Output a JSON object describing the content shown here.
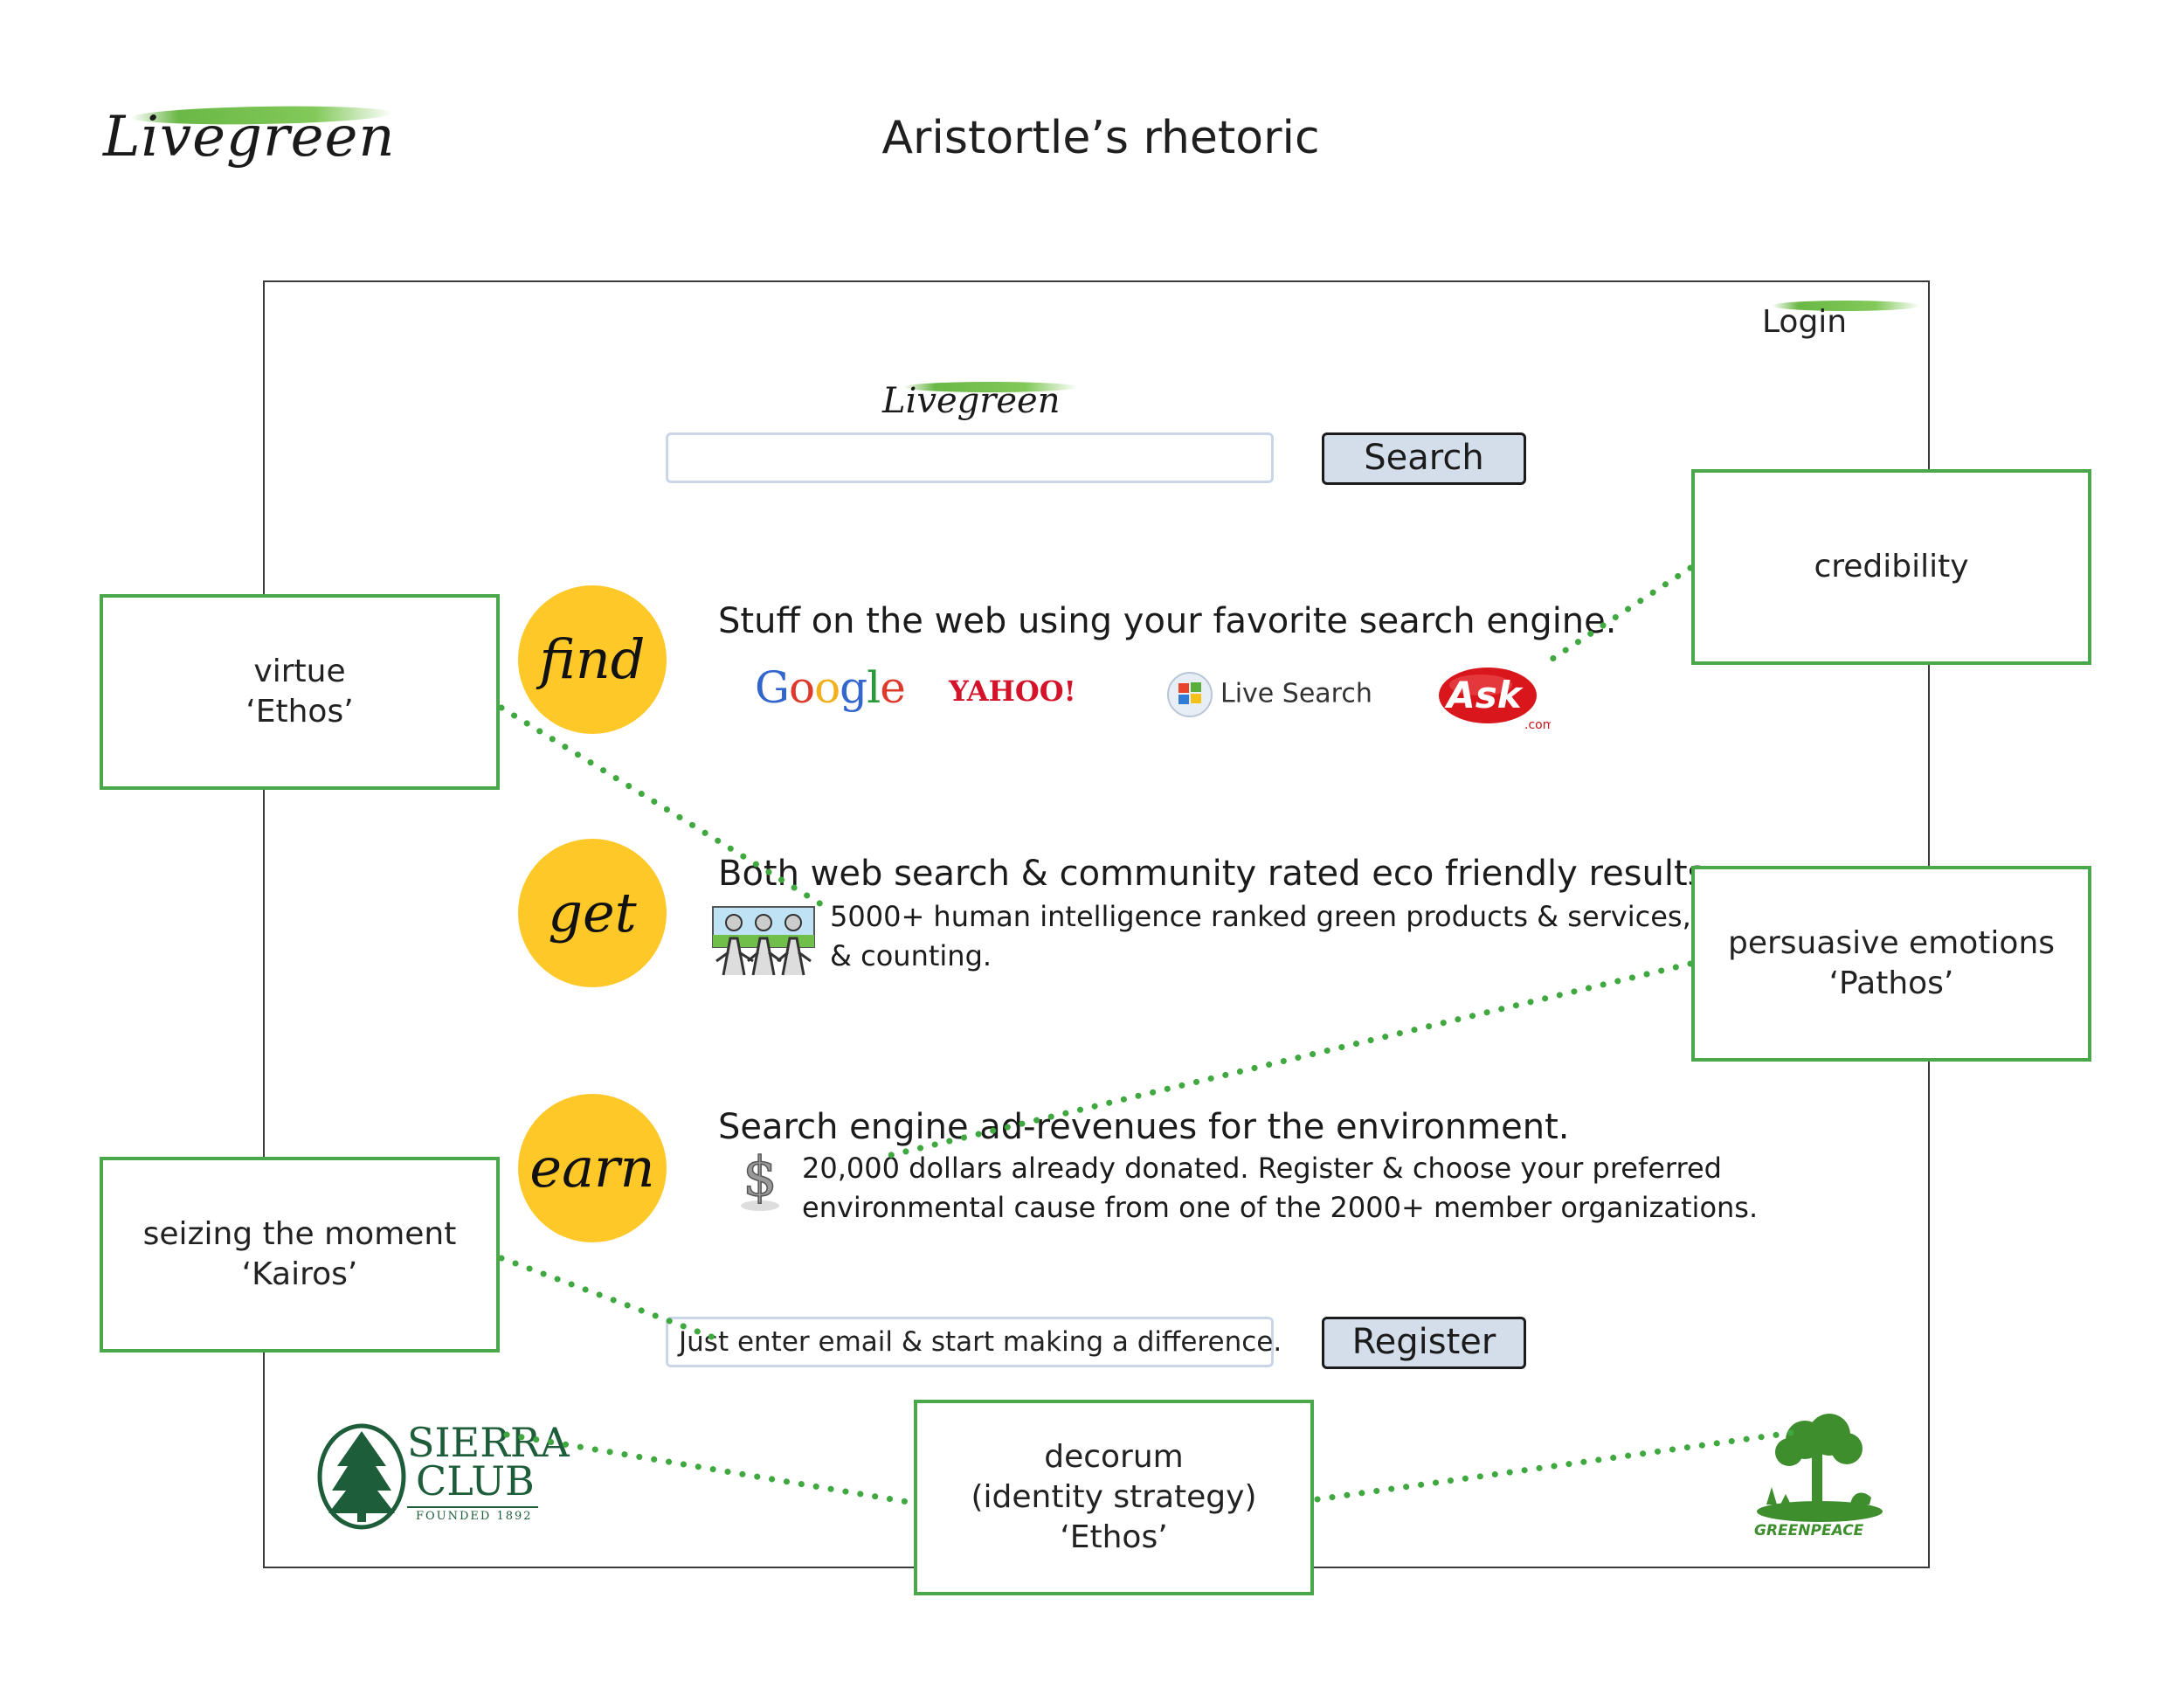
{
  "header": {
    "brand": "Livegreen",
    "title": "Aristortle’s rhetoric"
  },
  "mockup": {
    "login": "Login",
    "brand": "Livegreen",
    "search": {
      "placeholder": "",
      "button": "Search"
    },
    "find": {
      "badge": "find",
      "headline": "Stuff on the web using your favorite search engine.",
      "engines": {
        "google": [
          "G",
          "o",
          "o",
          "g",
          "l",
          "e"
        ],
        "google_colors": [
          "#3366cc",
          "#dd3a2c",
          "#f2b01e",
          "#3366cc",
          "#2a9a3a",
          "#dd3a2c"
        ],
        "yahoo": "YAHOO!",
        "live": "Live Search",
        "ask": "Ask",
        "ask_com": ".com"
      }
    },
    "get": {
      "badge": "get",
      "headline": "Both web search & community rated eco friendly results.",
      "line1": "5000+ human intelligence ranked green products & services,",
      "line2": "& counting."
    },
    "earn": {
      "badge": "earn",
      "headline": "Search engine ad-revenues for the environment.",
      "line1": "20,000 dollars already donated. Register & choose your preferred",
      "line2": "environmental cause from one of the 2000+ member organizations."
    },
    "register": {
      "email_value": "Just enter email & start making a difference.",
      "button": "Register"
    },
    "sierra": {
      "line1": "SIERRA",
      "line2": "CLUB",
      "founded": "FOUNDED 1892"
    },
    "greenpeace": "GREENPEACE"
  },
  "annotations": {
    "credibility": [
      "credibility"
    ],
    "virtue": [
      "virtue",
      "‘Ethos’"
    ],
    "pathos": [
      "persuasive emotions",
      "‘Pathos’"
    ],
    "kairos": [
      "seizing the moment",
      "‘Kairos’"
    ],
    "decorum": [
      "decorum",
      "(identity strategy)",
      "‘Ethos’"
    ]
  },
  "colors": {
    "circle": "#ffc829",
    "note_border": "#4aa84a",
    "dots": "#3fa83f",
    "button_fill": "#d3deea",
    "input_border": "#c9d6e8",
    "swash": "#6ab845"
  }
}
